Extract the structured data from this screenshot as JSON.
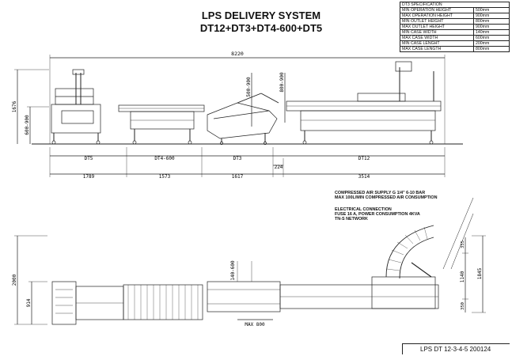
{
  "title": {
    "line1": "LPS DELIVERY SYSTEM",
    "line2": "DT12+DT3+DT4-600+DT5"
  },
  "spec_table": {
    "header": "DT3 SPECIFICATION",
    "rows": [
      {
        "label": "MIN OPERATION HEIGHT",
        "value": "500mm"
      },
      {
        "label": "MAX OPERATION HEIGHT",
        "value": "900mm"
      },
      {
        "label": "MIN OUTLET HEIGHT",
        "value": "800mm"
      },
      {
        "label": "MAX OUTLET HEIGHT",
        "value": "900mm"
      },
      {
        "label": "MIN CASE WIDTH",
        "value": "140mm"
      },
      {
        "label": "MAX CASE WIDTH",
        "value": "600mm"
      },
      {
        "label": "MIN CASE LENGHT",
        "value": "200mm"
      },
      {
        "label": "MAX CASE LENGTH",
        "value": "800mm"
      }
    ]
  },
  "side_view": {
    "overall_length": "8220",
    "height_total": "1676",
    "height_range_left": "600-900",
    "height_range_dt3": "500-900",
    "height_range_right": "800-900",
    "modules": [
      "DT5",
      "DT4-600",
      "DT3",
      "DT12"
    ],
    "module_lengths": [
      "1789",
      "1573",
      "1617",
      "3514"
    ],
    "gap": "224"
  },
  "top_view": {
    "overall_width": "2000",
    "width_left": "914",
    "width_dt3": "140-600",
    "max_case": "MAX 800",
    "right_total": "1845",
    "right_main": "1140",
    "right_top": "355",
    "right_bottom": "350"
  },
  "notes": {
    "air_line1": "COMPRESSED AIR SUPPLY G 1/4\" 6-10 BAR",
    "air_line2": "MAX 100L/MIN COMPRESSED AIR CONSUMPTION",
    "elec_line1": "ELECTRICAL CONNECTION",
    "elec_line2": "FUSE 16 A, POWER CONSUMPTION 4KVA",
    "elec_line3": "TN-S NETWORK"
  },
  "footer": {
    "drawing_number": "LPS DT 12-3-4-5  200124"
  }
}
